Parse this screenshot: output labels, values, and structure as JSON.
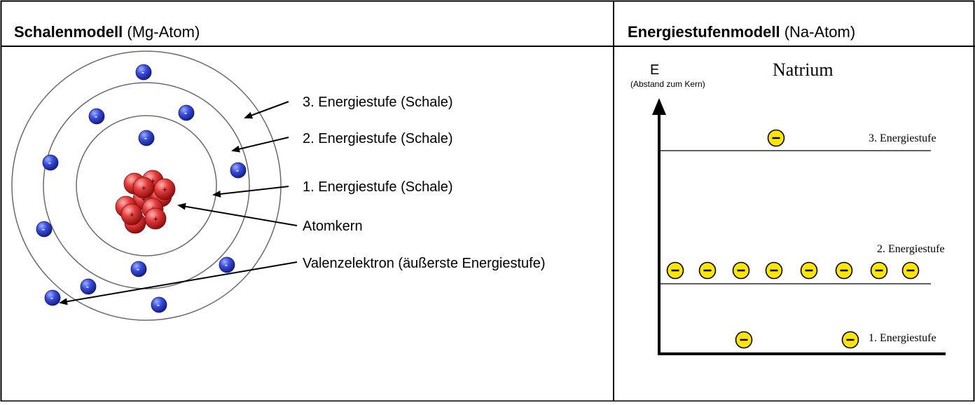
{
  "left_panel": {
    "title_bold": "Schalenmodell",
    "title_rest": " (Mg-Atom)",
    "labels": {
      "shell3": "3. Energiestufe (Schale)",
      "shell2": "2. Energiestufe (Schale)",
      "shell1": "1. Energiestufe (Schale)",
      "nucleus": "Atomkern",
      "valence": "Valenzelektron (äußerste Energiestufe)"
    },
    "electron_sign": "-",
    "proton_sign": "+"
  },
  "right_panel": {
    "title_bold": "Energiestufenmodell",
    "title_rest": " (Na-Atom)",
    "element_name": "Natrium",
    "axis_label": "E",
    "axis_sublabel": "(Abstand zum Kern)",
    "levels": [
      {
        "label": "1. Energiestufe",
        "electrons": 2
      },
      {
        "label": "2. Energiestufe",
        "electrons": 8
      },
      {
        "label": "3. Energiestufe",
        "electrons": 1
      }
    ]
  },
  "colors": {
    "electron_blue": "#2f3fd6",
    "proton_red": "#e23a3a",
    "electron_yellow": "#ffe600",
    "grid": "#000000",
    "orbit": "#555555"
  }
}
